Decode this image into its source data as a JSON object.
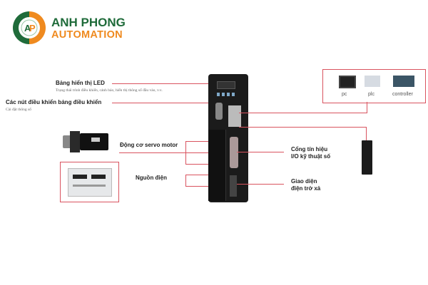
{
  "brand": {
    "line1": "ANH PHONG",
    "line2": "AUTOMATION",
    "logo_letters": "AP"
  },
  "labels": {
    "led_title": "Bảng hiển thị LED",
    "led_sub": "Trạng thái trình điều khiển, cảnh báo, hiển thị thông số đầu vào, v.v.",
    "buttons_title": "Các nút điều khiển bảng điều khiển",
    "buttons_sub": "Cài đặt thông số",
    "servo_motor": "Động cơ servo motor",
    "power": "Nguồn điện",
    "io_line1": "Cổng tín hiệu",
    "io_line2": "I/O kỹ thuật số",
    "brake_line1": "Giao diện",
    "brake_line2": "điện trở xả"
  },
  "devices": [
    "pc",
    "plc",
    "controller"
  ],
  "colors": {
    "accent": "#d9535f",
    "green": "#1f6b3a",
    "orange": "#ef8a1f"
  }
}
